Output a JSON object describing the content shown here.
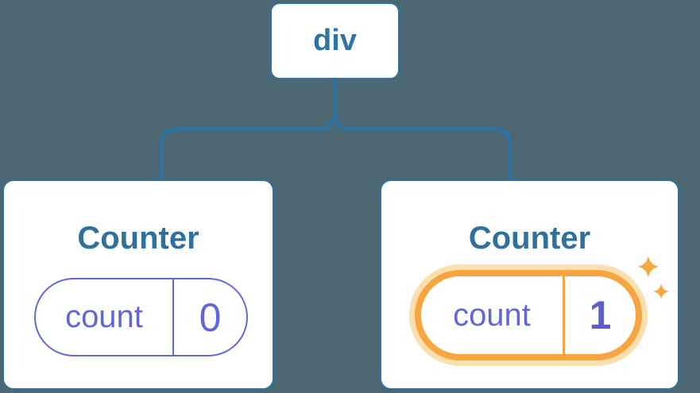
{
  "diagram": {
    "description": "React component tree showing state preservation",
    "colors": {
      "background": "#4C6672",
      "line_blue": "#2B73A6",
      "heading_blue": "#2F709C",
      "pill_purple": "#6567DD",
      "highlight_orange": "#F7A541",
      "highlight_halo": "#FBDFAF",
      "sparkle_orange": "#F6A843"
    },
    "tree": {
      "root": {
        "label": "div"
      },
      "children": [
        {
          "title": "Counter",
          "state_key": "count",
          "state_value": "0",
          "highlighted": false
        },
        {
          "title": "Counter",
          "state_key": "count",
          "state_value": "1",
          "highlighted": true,
          "badge_icon": "sparkles-icon"
        }
      ]
    }
  }
}
